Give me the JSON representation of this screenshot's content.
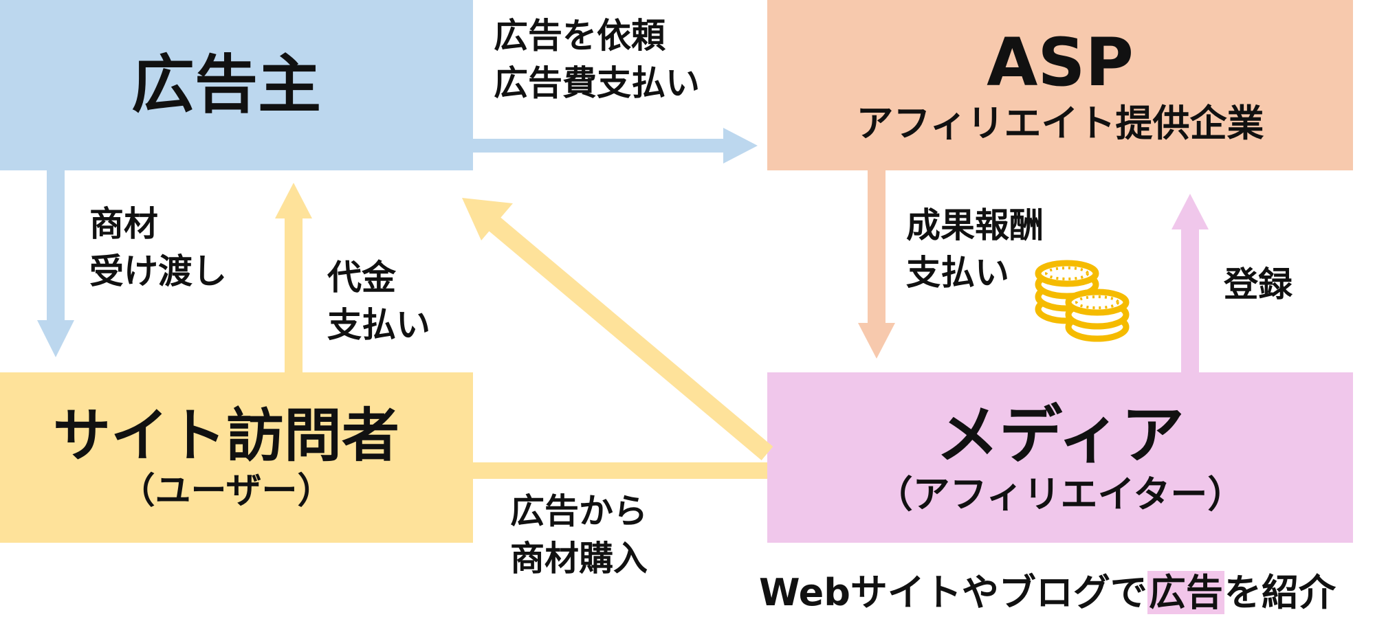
{
  "colors": {
    "advertiser": "#bcd7ee",
    "asp": "#f7c9ad",
    "visitor": "#fee29a",
    "media": "#f0c7eb",
    "coin": "#f5bb00"
  },
  "boxes": {
    "advertiser": {
      "title": "広告主"
    },
    "asp": {
      "title": "ASP",
      "subtitle": "アフィリエイト提供企業"
    },
    "visitor": {
      "title": "サイト訪問者",
      "subtitle": "（ユーザー）"
    },
    "media": {
      "title": "メディア",
      "subtitle": "（アフィリエイター）"
    }
  },
  "labels": {
    "request_line1": "広告を依頼",
    "request_line2": "広告費支払い",
    "goods_line1": "商材",
    "goods_line2": "受け渡し",
    "payment_line1": "代金",
    "payment_line2": "支払い",
    "reward_line1": "成果報酬",
    "reward_line2": "支払い",
    "register": "登録",
    "purchase_line1": "広告から",
    "purchase_line2": "商材購入"
  },
  "caption": {
    "prefix": "Webサイトやブログで",
    "highlight": "広告",
    "suffix": "を紹介"
  },
  "icons": {
    "coins": "coin-stack-icon"
  }
}
